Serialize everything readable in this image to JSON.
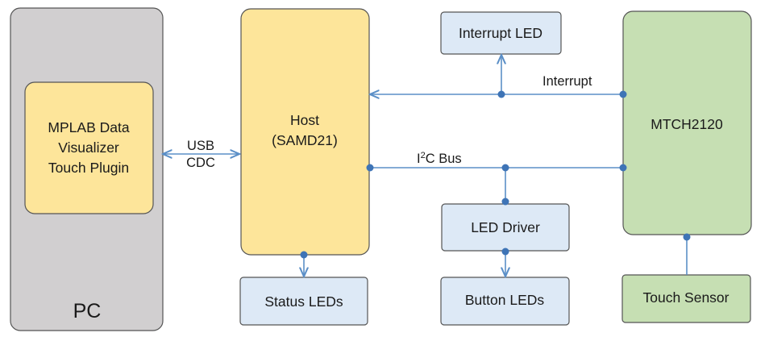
{
  "colors": {
    "pc_fill": "#d1cfd0",
    "host_fill": "#fde59a",
    "plugin_fill": "#fde59a",
    "mtch_fill": "#c6dfb3",
    "touch_fill": "#c6dfb3",
    "small_box_fill": "#dde9f6",
    "wire": "#5b8fc7",
    "junction": "#3e74b6"
  },
  "nodes": {
    "pc": {
      "label": "PC"
    },
    "plugin": {
      "lines": [
        "MPLAB Data",
        "Visualizer",
        "Touch Plugin"
      ]
    },
    "host": {
      "lines": [
        "Host",
        "(SAMD21)"
      ]
    },
    "interrupt_led": {
      "label": "Interrupt LED"
    },
    "mtch": {
      "label": "MTCH2120"
    },
    "led_driver": {
      "label": "LED Driver"
    },
    "status_leds": {
      "label": "Status LEDs"
    },
    "button_leds": {
      "label": "Button LEDs"
    },
    "touch_sensor": {
      "label": "Touch Sensor"
    }
  },
  "edges": {
    "usb": {
      "lines": [
        "USB",
        "CDC"
      ]
    },
    "interrupt": {
      "label": "Interrupt"
    },
    "i2c": {
      "prefix": "I",
      "superscript": "2",
      "suffix": "C Bus"
    }
  }
}
